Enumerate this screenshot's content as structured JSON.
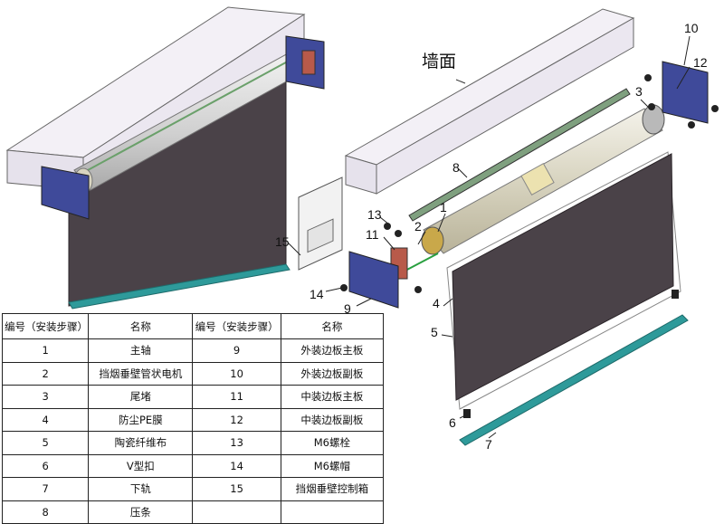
{
  "diagram": {
    "wall_label": "墙面",
    "callouts": [
      "1",
      "2",
      "3",
      "4",
      "5",
      "6",
      "7",
      "8",
      "9",
      "10",
      "11",
      "12",
      "13",
      "14",
      "15"
    ]
  },
  "table": {
    "headers": [
      "编号（安装步骤）",
      "名称",
      "编号（安装步骤）",
      "名称"
    ],
    "rows": [
      [
        "1",
        "主轴",
        "9",
        "外装边板主板"
      ],
      [
        "2",
        "挡烟垂壁管状电机",
        "10",
        "外装边板副板"
      ],
      [
        "3",
        "尾堵",
        "11",
        "中装边板主板"
      ],
      [
        "4",
        "防尘PE膜",
        "12",
        "中装边板副板"
      ],
      [
        "5",
        "陶瓷纤维布",
        "13",
        "M6螺栓"
      ],
      [
        "6",
        "V型扣",
        "14",
        "M6螺帽"
      ],
      [
        "7",
        "下轨",
        "15",
        "挡烟垂壁控制箱"
      ],
      [
        "8",
        "压条",
        "",
        ""
      ]
    ]
  },
  "colors": {
    "curtain": "#4a4248",
    "bracket": "#3f4a9a",
    "bottom_rail": "#2e9a9a",
    "wall": "#eeeaf2",
    "tube": "#dcd8c4"
  }
}
